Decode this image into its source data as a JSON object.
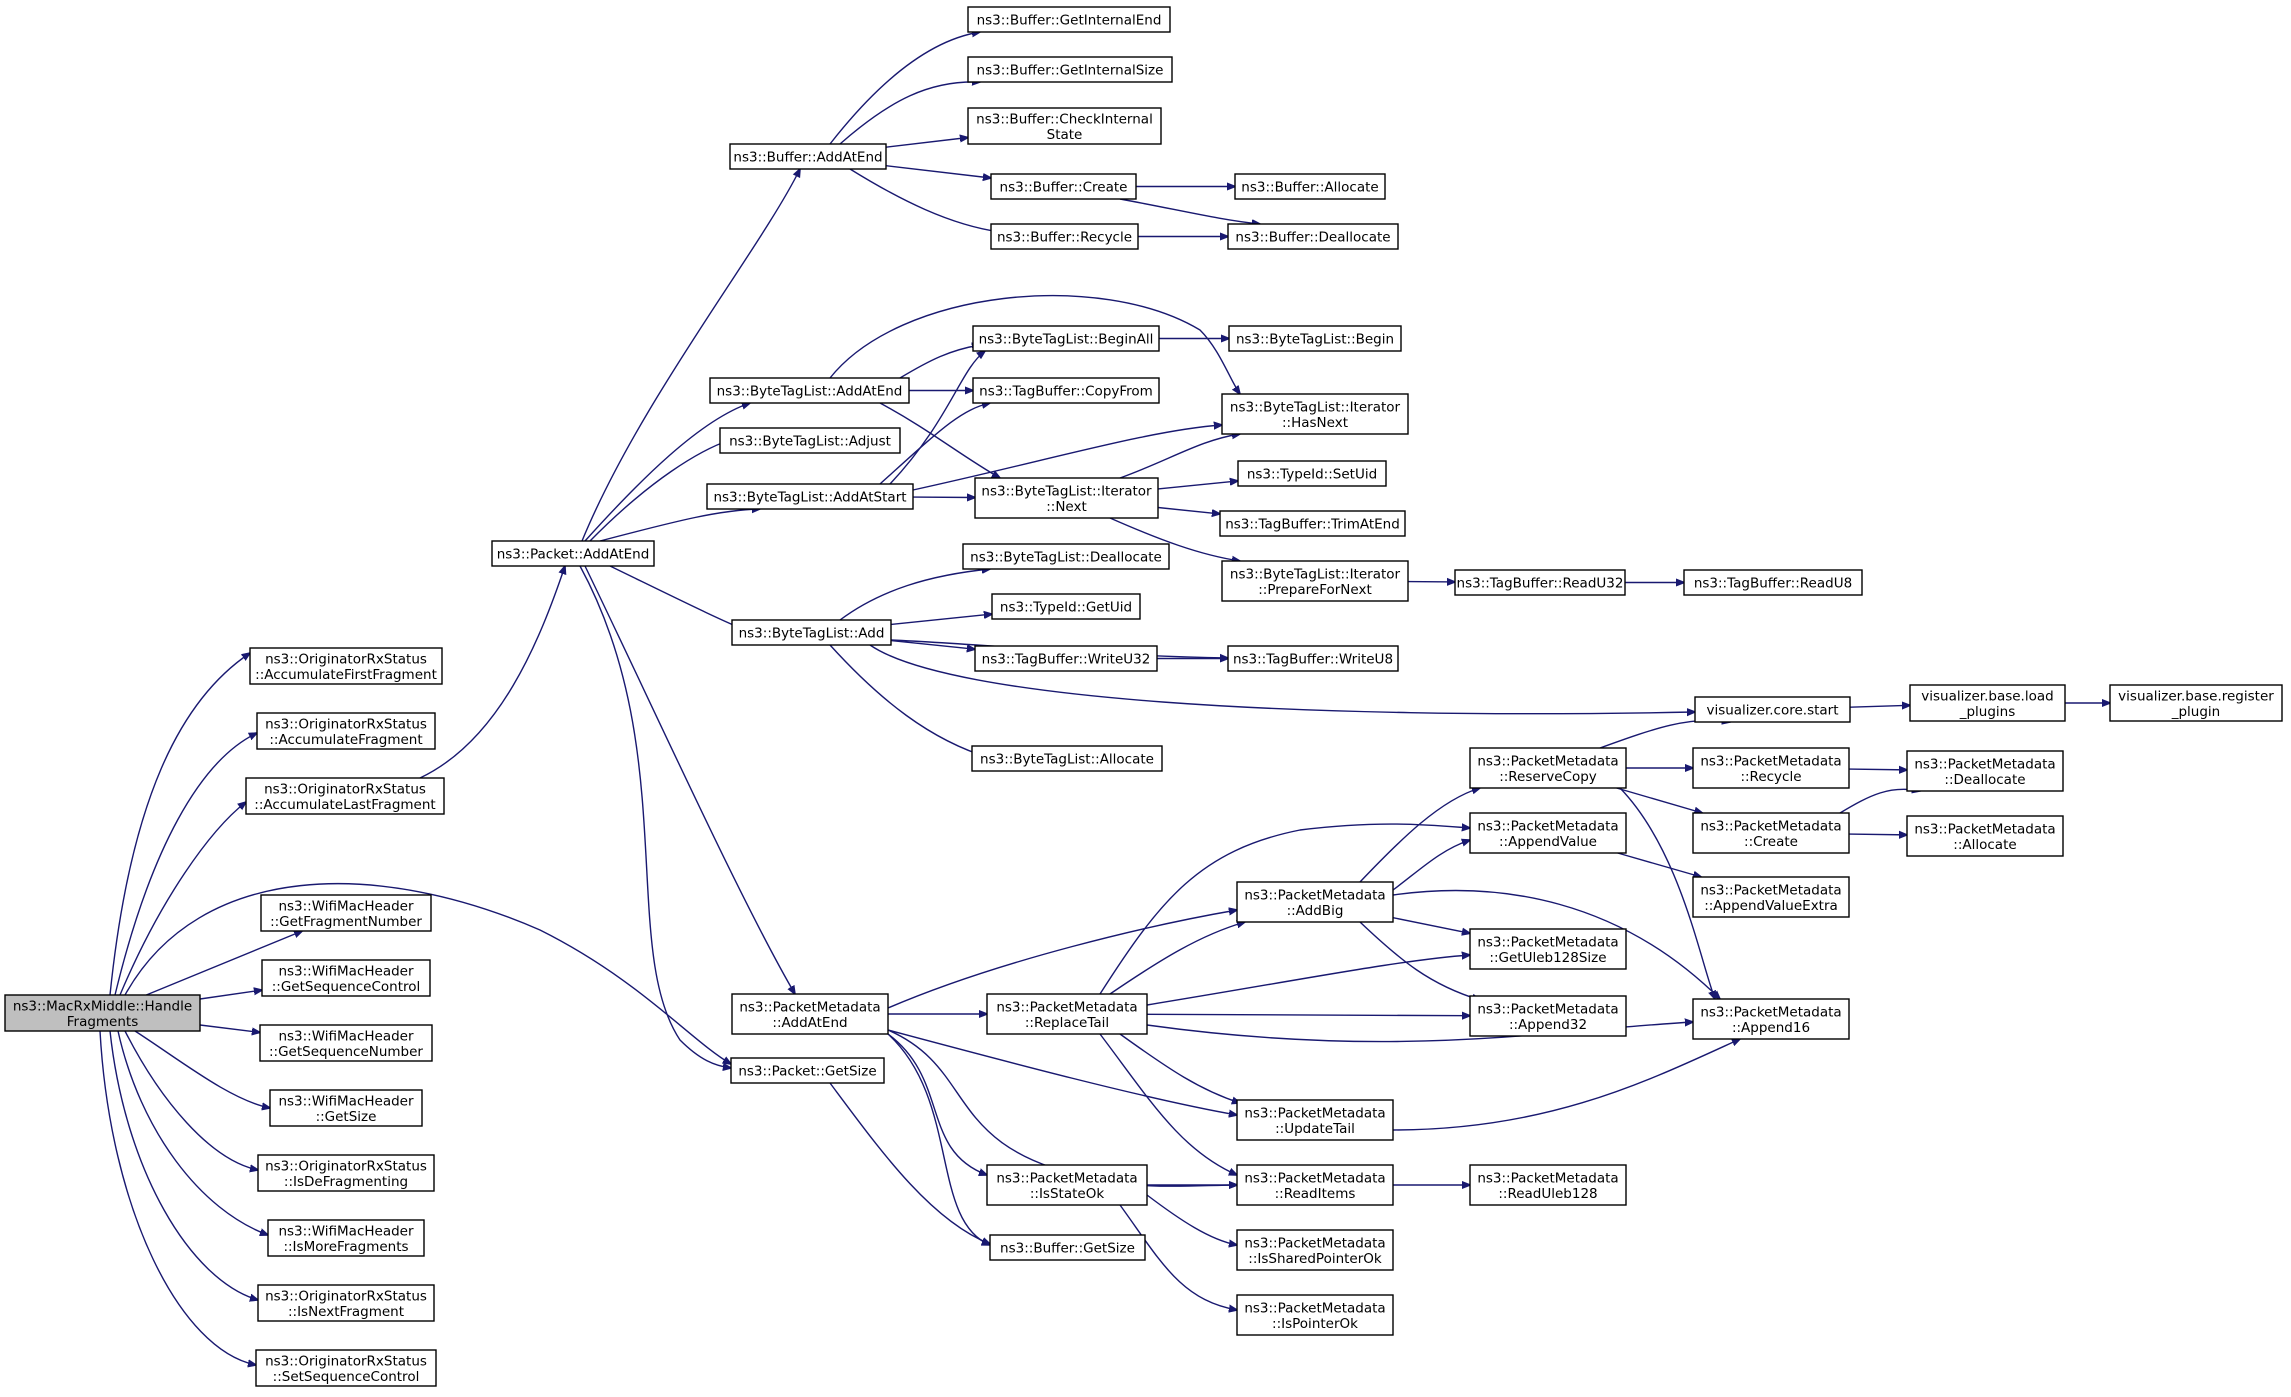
{
  "graph": {
    "accent_color": "#191970",
    "root_fill": "#bfbfbf",
    "nodes": [
      {
        "id": "root",
        "lines": [
          "ns3::MacRxMiddle::Handle",
          "Fragments"
        ],
        "root": true
      },
      {
        "id": "o_first",
        "lines": [
          "ns3::OriginatorRxStatus",
          "::AccumulateFirstFragment"
        ]
      },
      {
        "id": "o_acc",
        "lines": [
          "ns3::OriginatorRxStatus",
          "::AccumulateFragment"
        ]
      },
      {
        "id": "o_last",
        "lines": [
          "ns3::OriginatorRxStatus",
          "::AccumulateLastFragment"
        ]
      },
      {
        "id": "w_fragnum",
        "lines": [
          "ns3::WifiMacHeader",
          "::GetFragmentNumber"
        ]
      },
      {
        "id": "w_seqctl",
        "lines": [
          "ns3::WifiMacHeader",
          "::GetSequenceControl"
        ]
      },
      {
        "id": "w_seqnum",
        "lines": [
          "ns3::WifiMacHeader",
          "::GetSequenceNumber"
        ]
      },
      {
        "id": "w_size",
        "lines": [
          "ns3::WifiMacHeader",
          "::GetSize"
        ]
      },
      {
        "id": "o_isdefrag",
        "lines": [
          "ns3::OriginatorRxStatus",
          "::IsDeFragmenting"
        ]
      },
      {
        "id": "w_more",
        "lines": [
          "ns3::WifiMacHeader",
          "::IsMoreFragments"
        ]
      },
      {
        "id": "o_next",
        "lines": [
          "ns3::OriginatorRxStatus",
          "::IsNextFragment"
        ]
      },
      {
        "id": "o_setseq",
        "lines": [
          "ns3::OriginatorRxStatus",
          "::SetSequenceControl"
        ]
      },
      {
        "id": "p_addatend",
        "lines": [
          "ns3::Packet::AddAtEnd"
        ]
      },
      {
        "id": "p_getsize",
        "lines": [
          "ns3::Packet::GetSize"
        ]
      },
      {
        "id": "b_addatend",
        "lines": [
          "ns3::Buffer::AddAtEnd"
        ]
      },
      {
        "id": "b_getintend",
        "lines": [
          "ns3::Buffer::GetInternalEnd"
        ]
      },
      {
        "id": "b_getintsize",
        "lines": [
          "ns3::Buffer::GetInternalSize"
        ]
      },
      {
        "id": "b_check",
        "lines": [
          "ns3::Buffer::CheckInternal",
          "State"
        ]
      },
      {
        "id": "b_create",
        "lines": [
          "ns3::Buffer::Create"
        ]
      },
      {
        "id": "b_recycle",
        "lines": [
          "ns3::Buffer::Recycle"
        ]
      },
      {
        "id": "b_allocate",
        "lines": [
          "ns3::Buffer::Allocate"
        ]
      },
      {
        "id": "b_dealloc",
        "lines": [
          "ns3::Buffer::Deallocate"
        ]
      },
      {
        "id": "btl_addatend",
        "lines": [
          "ns3::ByteTagList::AddAtEnd"
        ]
      },
      {
        "id": "btl_adjust",
        "lines": [
          "ns3::ByteTagList::Adjust"
        ]
      },
      {
        "id": "btl_addatstart",
        "lines": [
          "ns3::ByteTagList::AddAtStart"
        ]
      },
      {
        "id": "btl_add",
        "lines": [
          "ns3::ByteTagList::Add"
        ]
      },
      {
        "id": "btl_beginall",
        "lines": [
          "ns3::ByteTagList::BeginAll"
        ]
      },
      {
        "id": "btl_begin",
        "lines": [
          "ns3::ByteTagList::Begin"
        ]
      },
      {
        "id": "tb_copyfrom",
        "lines": [
          "ns3::TagBuffer::CopyFrom"
        ]
      },
      {
        "id": "it_hasnext",
        "lines": [
          "ns3::ByteTagList::Iterator",
          "::HasNext"
        ]
      },
      {
        "id": "it_next",
        "lines": [
          "ns3::ByteTagList::Iterator",
          "::Next"
        ]
      },
      {
        "id": "tid_setuid",
        "lines": [
          "ns3::TypeId::SetUid"
        ]
      },
      {
        "id": "tb_trim",
        "lines": [
          "ns3::TagBuffer::TrimAtEnd"
        ]
      },
      {
        "id": "it_prep",
        "lines": [
          "ns3::ByteTagList::Iterator",
          "::PrepareForNext"
        ]
      },
      {
        "id": "tb_readu32",
        "lines": [
          "ns3::TagBuffer::ReadU32"
        ]
      },
      {
        "id": "tb_readu8",
        "lines": [
          "ns3::TagBuffer::ReadU8"
        ]
      },
      {
        "id": "btl_dealloc",
        "lines": [
          "ns3::ByteTagList::Deallocate"
        ]
      },
      {
        "id": "tid_getuid",
        "lines": [
          "ns3::TypeId::GetUid"
        ]
      },
      {
        "id": "tb_writeu32",
        "lines": [
          "ns3::TagBuffer::WriteU32"
        ]
      },
      {
        "id": "tb_writeu8",
        "lines": [
          "ns3::TagBuffer::WriteU8"
        ]
      },
      {
        "id": "btl_alloc",
        "lines": [
          "ns3::ByteTagList::Allocate"
        ]
      },
      {
        "id": "vis_start",
        "lines": [
          "visualizer.core.start"
        ]
      },
      {
        "id": "vis_load",
        "lines": [
          "visualizer.base.load",
          "_plugins"
        ]
      },
      {
        "id": "vis_reg",
        "lines": [
          "visualizer.base.register",
          "_plugin"
        ]
      },
      {
        "id": "pm_addatend",
        "lines": [
          "ns3::PacketMetadata",
          "::AddAtEnd"
        ]
      },
      {
        "id": "pm_replacetail",
        "lines": [
          "ns3::PacketMetadata",
          "::ReplaceTail"
        ]
      },
      {
        "id": "pm_addbig",
        "lines": [
          "ns3::PacketMetadata",
          "::AddBig"
        ]
      },
      {
        "id": "pm_reservecopy",
        "lines": [
          "ns3::PacketMetadata",
          "::ReserveCopy"
        ]
      },
      {
        "id": "pm_appendvalue",
        "lines": [
          "ns3::PacketMetadata",
          "::AppendValue"
        ]
      },
      {
        "id": "pm_getuleb",
        "lines": [
          "ns3::PacketMetadata",
          "::GetUleb128Size"
        ]
      },
      {
        "id": "pm_append32",
        "lines": [
          "ns3::PacketMetadata",
          "::Append32"
        ]
      },
      {
        "id": "pm_recycle",
        "lines": [
          "ns3::PacketMetadata",
          "::Recycle"
        ]
      },
      {
        "id": "pm_create",
        "lines": [
          "ns3::PacketMetadata",
          "::Create"
        ]
      },
      {
        "id": "pm_dealloc",
        "lines": [
          "ns3::PacketMetadata",
          "::Deallocate"
        ]
      },
      {
        "id": "pm_alloc",
        "lines": [
          "ns3::PacketMetadata",
          "::Allocate"
        ]
      },
      {
        "id": "pm_appendextra",
        "lines": [
          "ns3::PacketMetadata",
          "::AppendValueExtra"
        ]
      },
      {
        "id": "pm_append16",
        "lines": [
          "ns3::PacketMetadata",
          "::Append16"
        ]
      },
      {
        "id": "pm_updatetail",
        "lines": [
          "ns3::PacketMetadata",
          "::UpdateTail"
        ]
      },
      {
        "id": "pm_isstateok",
        "lines": [
          "ns3::PacketMetadata",
          "::IsStateOk"
        ]
      },
      {
        "id": "pm_readitems",
        "lines": [
          "ns3::PacketMetadata",
          "::ReadItems"
        ]
      },
      {
        "id": "pm_readuleb",
        "lines": [
          "ns3::PacketMetadata",
          "::ReadUleb128"
        ]
      },
      {
        "id": "pm_isshared",
        "lines": [
          "ns3::PacketMetadata",
          "::IsSharedPointerOk"
        ]
      },
      {
        "id": "pm_ispointer",
        "lines": [
          "ns3::PacketMetadata",
          "::IsPointerOk"
        ]
      },
      {
        "id": "b_getsize",
        "lines": [
          "ns3::Buffer::GetSize"
        ]
      }
    ]
  }
}
